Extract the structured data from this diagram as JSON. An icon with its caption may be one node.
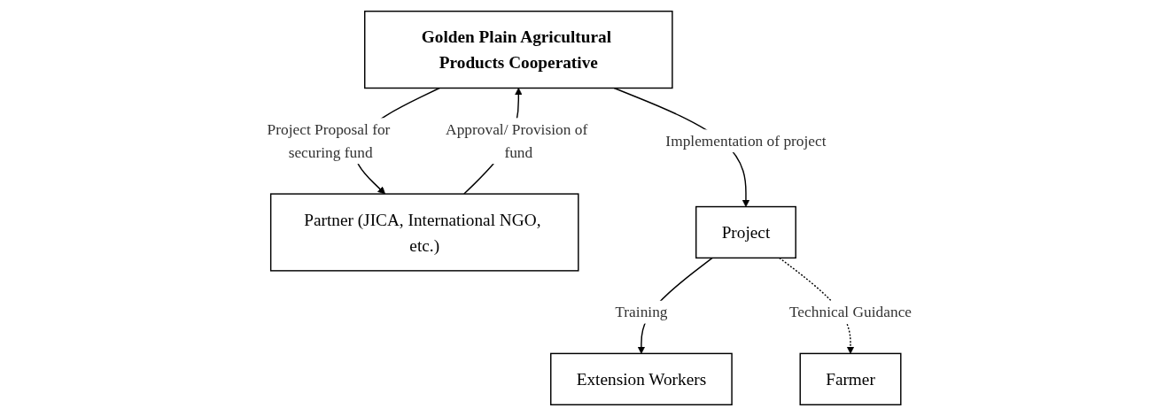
{
  "diagram": {
    "nodes": [
      {
        "text": [
          "Golden Plain Agricultural Products Cooperative"
        ]
      },
      {
        "text": [
          "Partner (JICA, International NGO, etc.)"
        ]
      },
      {
        "text": [
          "Project"
        ]
      },
      {
        "text": [
          "Extension Workers"
        ]
      },
      {
        "text": [
          "Farmer"
        ]
      }
    ],
    "edges": [
      {
        "from": 0,
        "to": 1,
        "arrow": "to",
        "label": "Project Proposal for securing fund"
      },
      {
        "from": 1,
        "to": 0,
        "arrow": "to",
        "label": "Approval/ Provision of fund"
      },
      {
        "from": 0,
        "to": 2,
        "arrow": "to",
        "label": "Implementation of project"
      },
      {
        "from": 2,
        "to": 3,
        "arrow": "to",
        "label": "Training"
      },
      {
        "from": 2,
        "to": 4,
        "arrow": "to",
        "label": "Technical Guidance",
        "style": "dashed"
      }
    ]
  }
}
